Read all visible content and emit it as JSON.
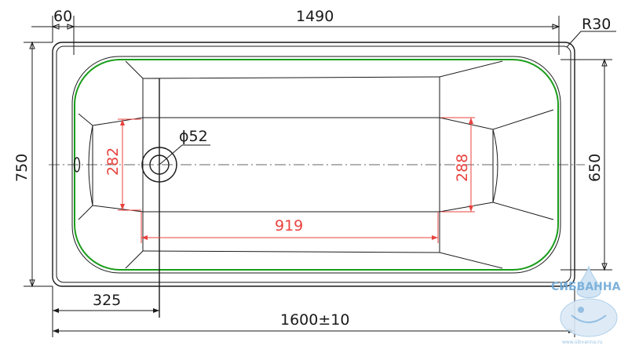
{
  "dimensions": {
    "rim_width": "60",
    "inner_length": "1490",
    "corner_radius": "R30",
    "total_width": "750",
    "inner_width": "650",
    "drain_diameter": "ϕ52",
    "head_end_width": "282",
    "foot_end_width": "288",
    "bottom_length": "919",
    "drain_offset": "325",
    "total_length": "1600±10"
  },
  "logo": {
    "brand": "СИБВАННА",
    "url": "www.sibvanna.ru"
  },
  "colors": {
    "outline": "#1a1a1a",
    "dimension_red": "#e8433f",
    "inner_contour_green": "#1b9d1b",
    "logo_blue": "#6fa9d6"
  }
}
